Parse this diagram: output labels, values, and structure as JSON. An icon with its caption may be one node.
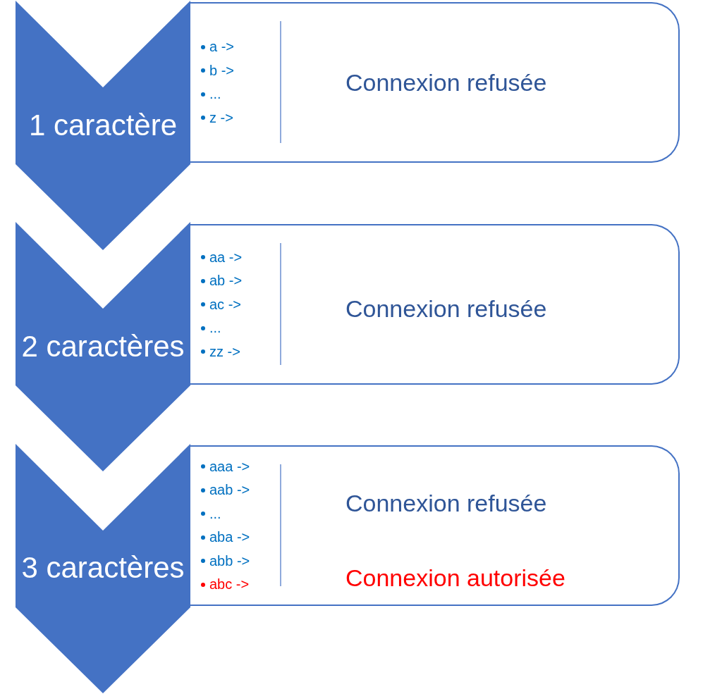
{
  "diagram": {
    "nodes": [
      {
        "text": [
          "1 caractère"
        ]
      },
      {
        "text": [
          "a ->",
          "b ->",
          "...",
          "z ->",
          "Connexion refusée"
        ]
      },
      {
        "text": [
          "2 caractères"
        ]
      },
      {
        "text": [
          "aa ->",
          "ab ->",
          "ac ->",
          "...",
          "zz ->",
          "Connexion refusée"
        ]
      },
      {
        "text": [
          "3 caractères"
        ]
      },
      {
        "text": [
          "aaa ->",
          "aab ->",
          "...",
          "aba ->",
          "abb ->",
          "abc ->",
          "Connexion refusée",
          "Connexion autorisée"
        ]
      }
    ]
  }
}
